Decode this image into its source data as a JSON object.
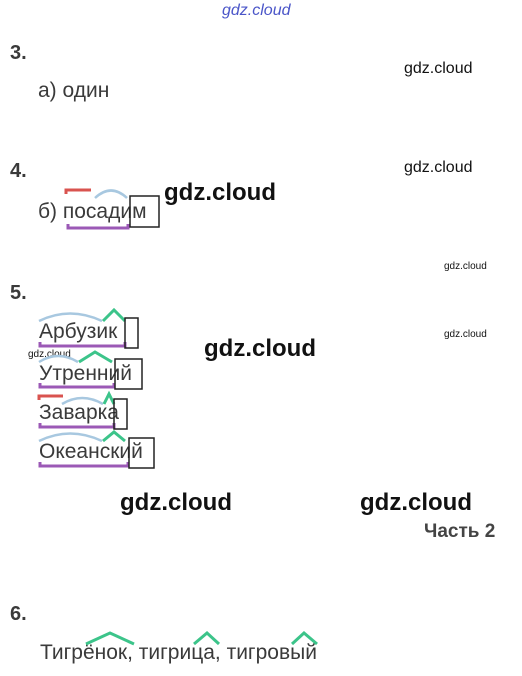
{
  "watermarks": {
    "top": "gdz.cloud",
    "right_1": "gdz.cloud",
    "right_2": "gdz.cloud",
    "center_4": "gdz.cloud",
    "right_small_1": "gdz.cloud",
    "right_small_2": "gdz.cloud",
    "left_tiny": "gdz.cloud",
    "center_5": "gdz.cloud",
    "bottom_left": "gdz.cloud",
    "bottom_right": "gdz.cloud"
  },
  "tasks": [
    {
      "number": "3.",
      "answer": "а) один"
    },
    {
      "number": "4.",
      "prefix": "б) ",
      "word": "посадим"
    },
    {
      "number": "5.",
      "words": [
        "Арбузик",
        "Утренний",
        "Заварка",
        "Океанский"
      ]
    },
    {
      "number": "6.",
      "answer": "Тигрёнок, тигрица, тигровый"
    }
  ],
  "part_label": "Часть 2",
  "colors": {
    "prefix_mark": "#d9534f",
    "root_mark": "#a8c8e0",
    "suffix_mark": "#3cc48a",
    "base_underline": "#9b59b6",
    "ending_box": "#222222"
  }
}
